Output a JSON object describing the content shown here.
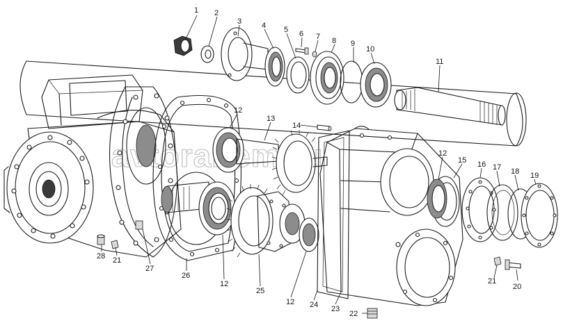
{
  "watermark": "avtoraitem.ru",
  "callouts": [
    {
      "id": "c1",
      "label": "1"
    },
    {
      "id": "c2",
      "label": "2"
    },
    {
      "id": "c3",
      "label": "3"
    },
    {
      "id": "c4",
      "label": "4"
    },
    {
      "id": "c5",
      "label": "5"
    },
    {
      "id": "c6",
      "label": "6"
    },
    {
      "id": "c7",
      "label": "7"
    },
    {
      "id": "c8",
      "label": "8"
    },
    {
      "id": "c9",
      "label": "9"
    },
    {
      "id": "c10",
      "label": "10"
    },
    {
      "id": "c11",
      "label": "11"
    },
    {
      "id": "c12a",
      "label": "12"
    },
    {
      "id": "c12b",
      "label": "12"
    },
    {
      "id": "c12c",
      "label": "12"
    },
    {
      "id": "c12d",
      "label": "12"
    },
    {
      "id": "c13",
      "label": "13"
    },
    {
      "id": "c14",
      "label": "14"
    },
    {
      "id": "c15",
      "label": "15"
    },
    {
      "id": "c16",
      "label": "16"
    },
    {
      "id": "c17",
      "label": "17"
    },
    {
      "id": "c18",
      "label": "18"
    },
    {
      "id": "c19",
      "label": "19"
    },
    {
      "id": "c20",
      "label": "20"
    },
    {
      "id": "c21a",
      "label": "21"
    },
    {
      "id": "c21b",
      "label": "21"
    },
    {
      "id": "c22",
      "label": "22"
    },
    {
      "id": "c23",
      "label": "23"
    },
    {
      "id": "c24",
      "label": "24"
    },
    {
      "id": "c25",
      "label": "25"
    },
    {
      "id": "c26",
      "label": "26"
    },
    {
      "id": "c27",
      "label": "27"
    },
    {
      "id": "c28",
      "label": "28"
    }
  ]
}
